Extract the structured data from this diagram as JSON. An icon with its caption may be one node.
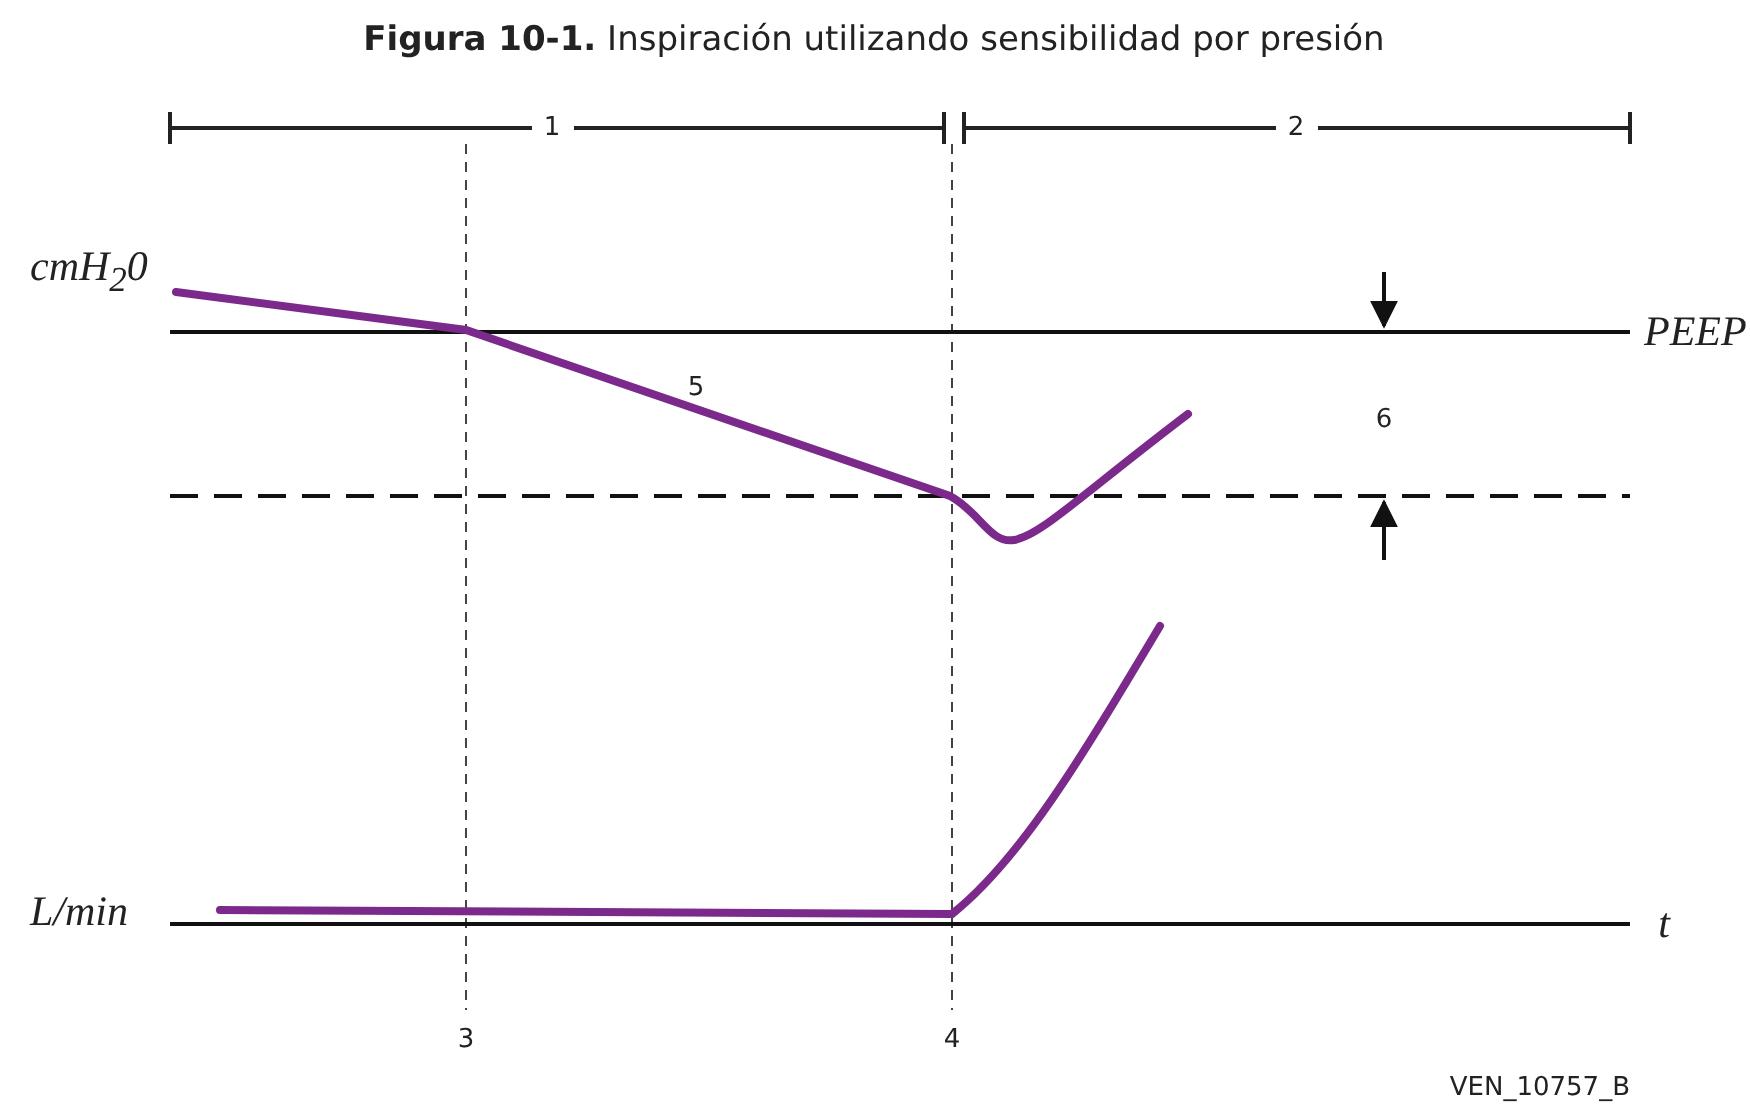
{
  "diagram": {
    "title": "**Figura 10-1.** Inspiración utilizando sensibilidad por presión",
    "labels": [
      "1",
      "2",
      "cmH$_{2}$0",
      "PEEP",
      "5",
      "6",
      "L/min",
      "t",
      "3",
      "4",
      "VEN_10757_B"
    ]
  }
}
